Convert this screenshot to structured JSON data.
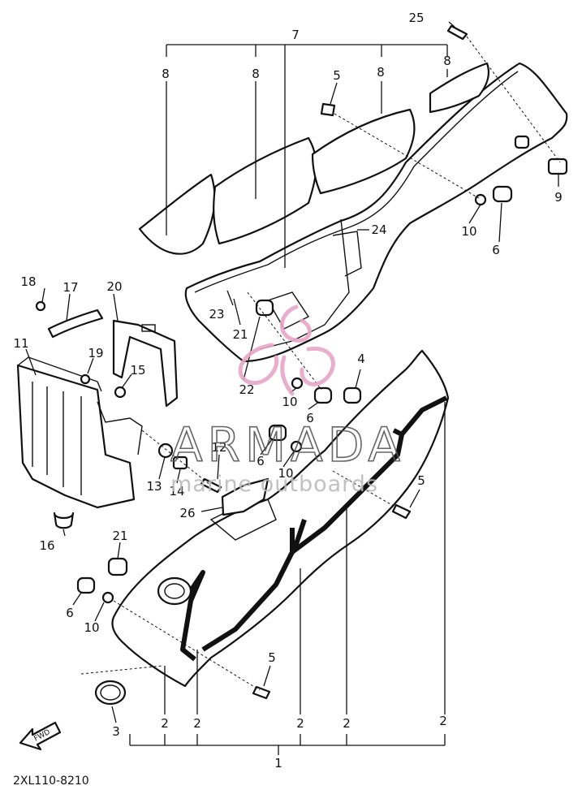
{
  "diagram": {
    "code": "2XL110-8210",
    "fwd_label": "FWD",
    "labels": [
      "1",
      "2",
      "3",
      "4",
      "5",
      "6",
      "7",
      "8",
      "9",
      "10",
      "11",
      "12",
      "13",
      "14",
      "15",
      "16",
      "17",
      "18",
      "19",
      "20",
      "21",
      "22",
      "23",
      "24",
      "25",
      "26"
    ],
    "watermark": {
      "title": "ARMADA",
      "subtitle": "marine outboards"
    },
    "colors": {
      "line": "#111111",
      "watermark_logo": "#e8a6c8"
    }
  }
}
